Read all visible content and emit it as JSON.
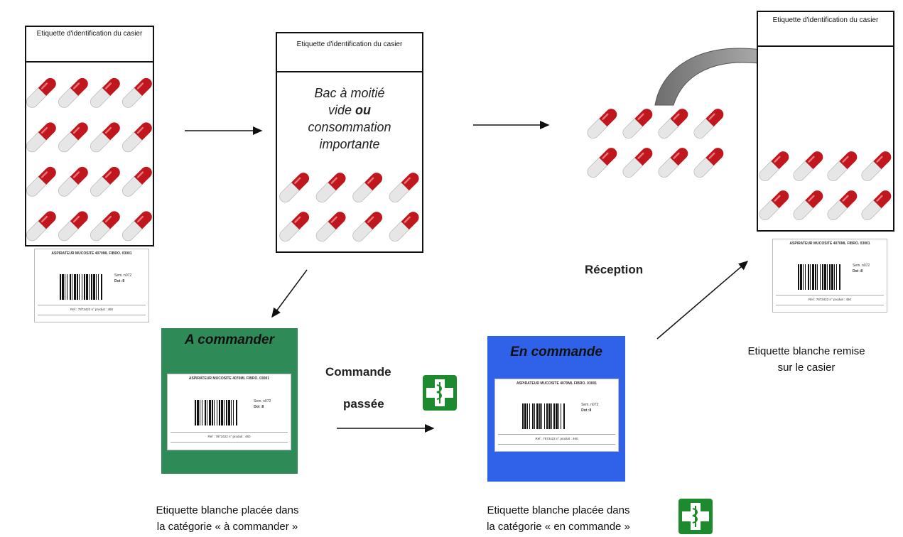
{
  "bin_header": "Etiquette d'identification du casier",
  "half_empty_note": {
    "line1": "Bac à moitié",
    "line2_pre": "vide ",
    "line2_bold": "ou",
    "line3": "consommation",
    "line4": "importante"
  },
  "label_card": {
    "title": "ASPIRATEUR MUCOSITE 4070ML FIBRO. 03001",
    "right_line1": "Sem. n072",
    "right_line2": "Dot :8",
    "ref": "Ref : 7873422 n° produit : 460"
  },
  "category_order": {
    "title": "A commander",
    "color": "#2e8b57"
  },
  "category_ordered": {
    "title": "En commande",
    "color": "#2f62e8"
  },
  "order_placed": {
    "line1": "Commande",
    "line2": "passée"
  },
  "reception": "Réception",
  "caption_order": {
    "line1": "Etiquette blanche placée dans",
    "line2": "la catégorie « à commander »"
  },
  "caption_ordered": {
    "line1": "Etiquette blanche placée dans",
    "line2": "la catégorie « en commande »"
  },
  "caption_return": {
    "line1": "Etiquette blanche remise",
    "line2": "sur le casier"
  },
  "icons": {
    "pharmacy_cross": "pharmacy-cross-icon",
    "capsule": "capsule-icon"
  },
  "colors": {
    "pill_red": "#c0161e",
    "pill_white": "#e6e6e6",
    "cross_green": "#1e8a2e"
  }
}
